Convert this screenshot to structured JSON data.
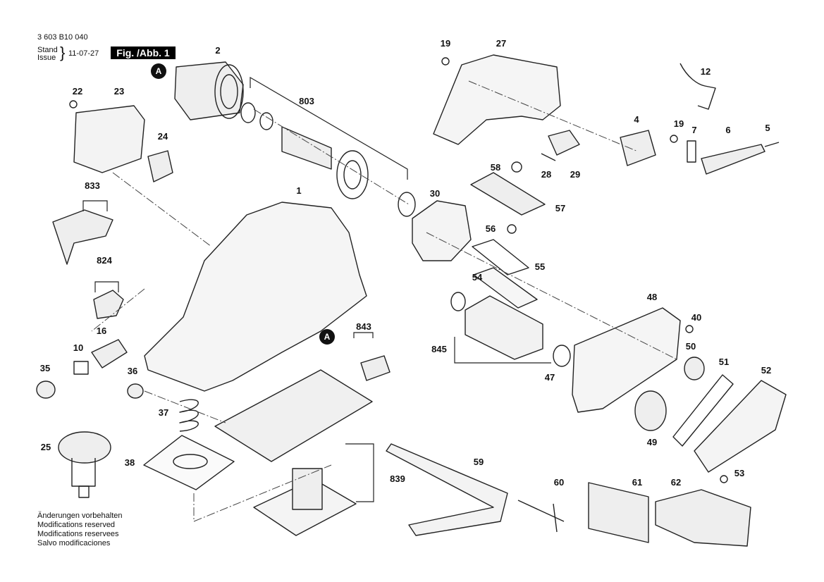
{
  "header": {
    "doc_number": "3 603 B10 040",
    "stand_label": "Stand",
    "issue_label": "Issue",
    "brace": "}",
    "date": "11-07-27",
    "figure_label": "Fig. /Abb. 1"
  },
  "markers": [
    "A",
    "A"
  ],
  "part_labels": [
    "1",
    "2",
    "4",
    "5",
    "6",
    "7",
    "10",
    "12",
    "16",
    "19",
    "19",
    "22",
    "23",
    "24",
    "25",
    "27",
    "28",
    "29",
    "30",
    "35",
    "36",
    "37",
    "38",
    "40",
    "47",
    "48",
    "49",
    "50",
    "51",
    "52",
    "53",
    "54",
    "55",
    "56",
    "57",
    "58",
    "59",
    "60",
    "61",
    "62",
    "803",
    "824",
    "833",
    "839",
    "843",
    "845"
  ],
  "notes": [
    "Änderungen vorbehalten",
    "Modifications reserved",
    "Modifications reservees",
    "Salvo modificaciones"
  ]
}
